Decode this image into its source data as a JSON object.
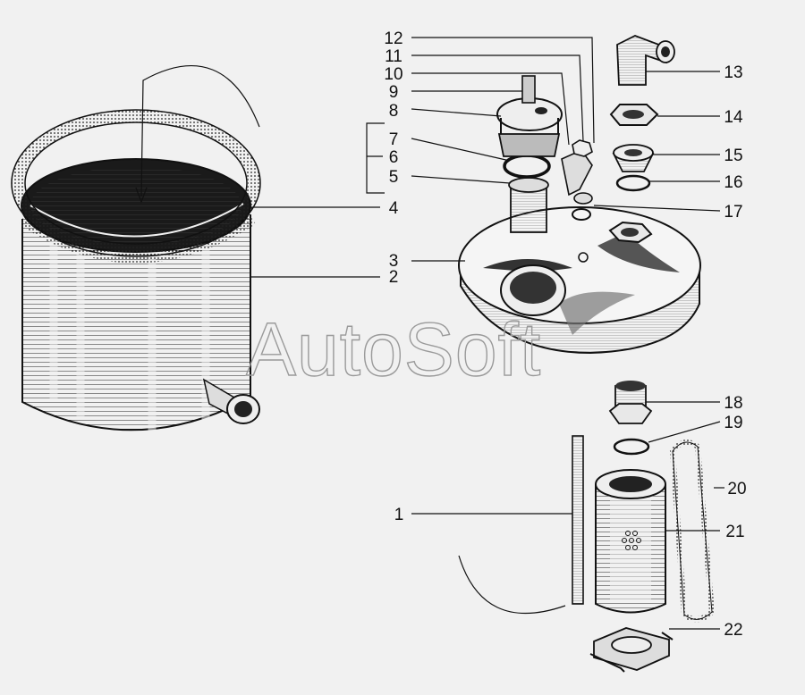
{
  "watermark": "AutoSoft",
  "callouts": [
    "1",
    "2",
    "3",
    "4",
    "5",
    "6",
    "7",
    "8",
    "9",
    "10",
    "11",
    "12",
    "13",
    "14",
    "15",
    "16",
    "17",
    "18",
    "19",
    "20",
    "21",
    "22"
  ],
  "parts": [
    "canister-body",
    "canister-rim-ring",
    "canister-outlet-pipe",
    "filter-cover",
    "cover-nut",
    "cover-threaded-port",
    "stud-rod",
    "filter-element",
    "filter-bottom-seat",
    "fitting",
    "plug-nut",
    "bracket",
    "union-elbow",
    "nut",
    "cone-washer",
    "o-ring",
    "gasket"
  ]
}
